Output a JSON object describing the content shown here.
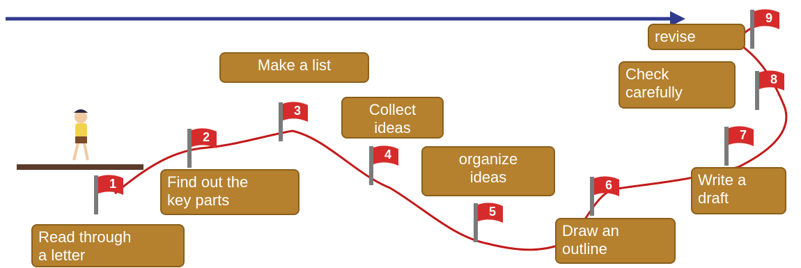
{
  "colors": {
    "arrow": "#2f3a8f",
    "path": "#c21a1a",
    "label_bg": "#b5812f",
    "flag": "#d62b2b",
    "ground": "#5b3b2a"
  },
  "icons": {
    "flag": "flag-icon",
    "runner": "runner-figure-icon",
    "arrow": "arrow-right-icon"
  },
  "steps": [
    {
      "num": "1",
      "label": "Read through\na letter"
    },
    {
      "num": "2",
      "label": "Find out the\nkey parts"
    },
    {
      "num": "3",
      "label": "Make a list"
    },
    {
      "num": "4",
      "label": "Collect\nideas"
    },
    {
      "num": "5",
      "label": "organize\nideas"
    },
    {
      "num": "6",
      "label": "Draw an\noutline"
    },
    {
      "num": "7",
      "label": "Write a\ndraft"
    },
    {
      "num": "8",
      "label": "Check\ncarefully"
    },
    {
      "num": "9",
      "label": "revise"
    }
  ]
}
